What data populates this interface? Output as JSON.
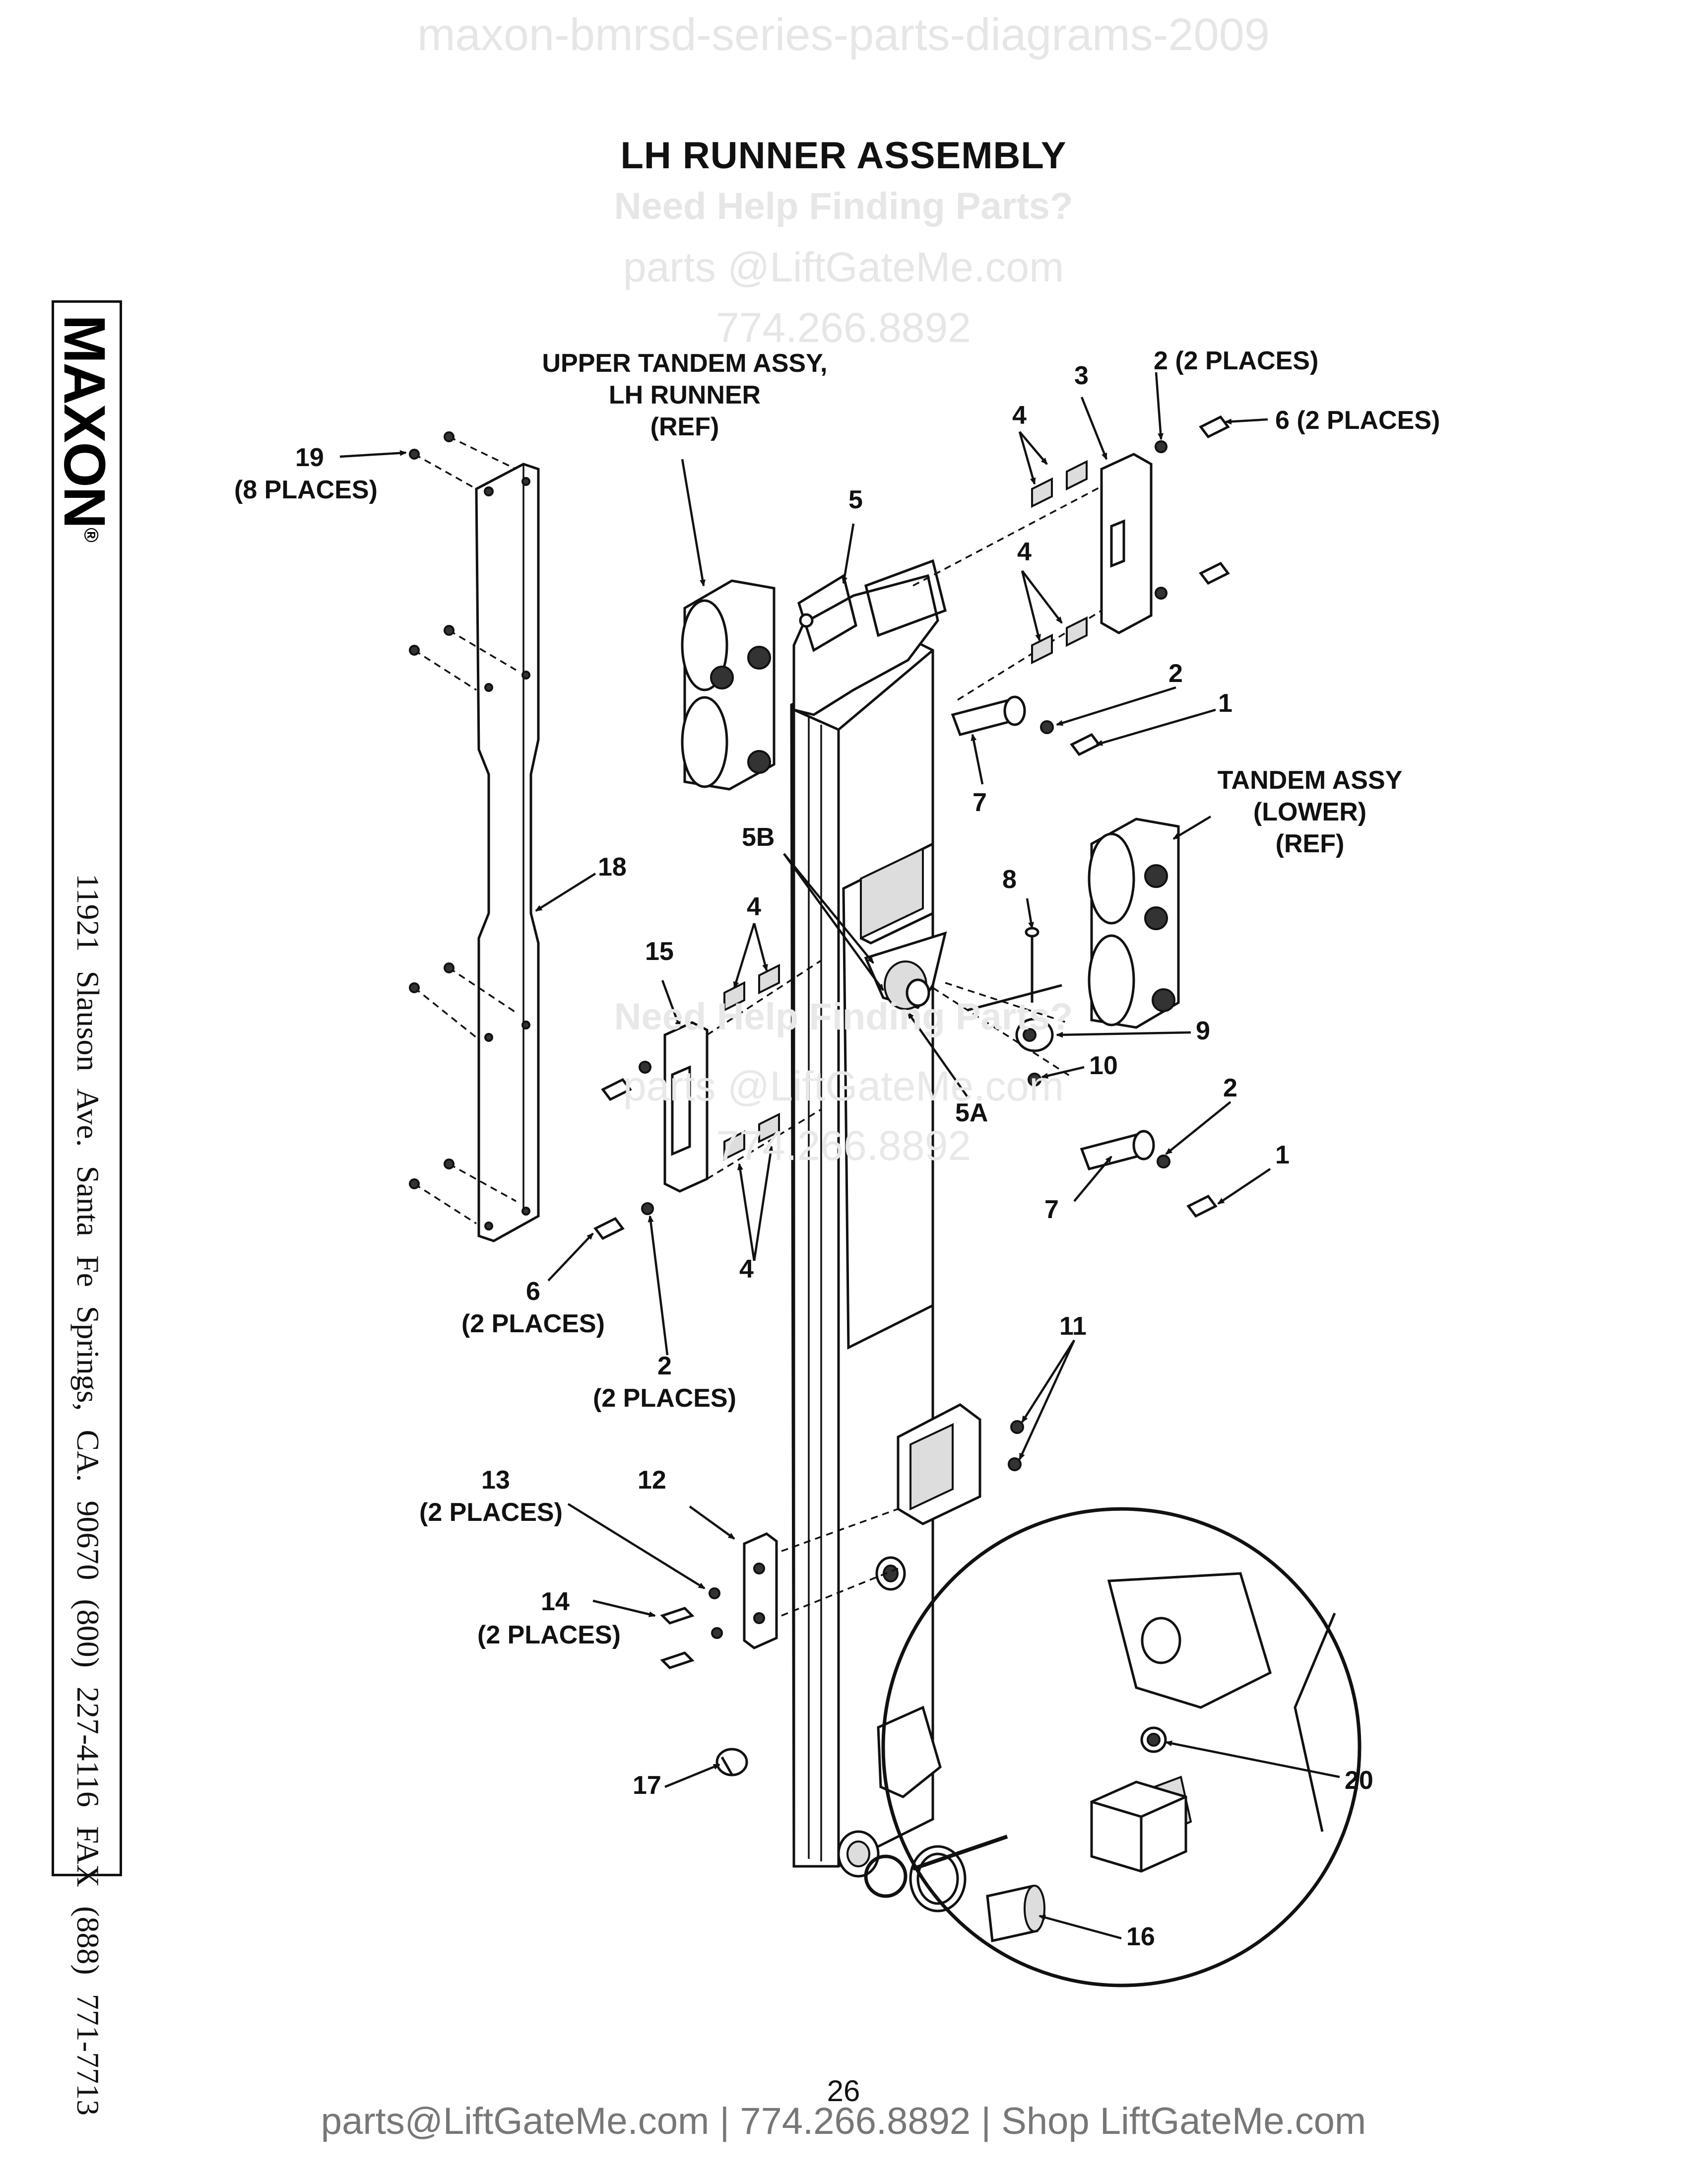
{
  "watermarks": {
    "top": "maxon-bmrsd-series-parts-diagrams-2009",
    "help_line": "Need Help Finding Parts?",
    "email_line": "parts @LiftGateMe.com",
    "phone_line": "774.266.8892",
    "mid_help_line": "Need Help Finding Parts?",
    "mid_email_line": "parts @LiftGateMe.com",
    "mid_phone_line": "774.266.8892"
  },
  "title": "LH RUNNER ASSEMBLY",
  "sidebar": {
    "logo": "MAXON",
    "registered_mark": "®",
    "address": "11921 Slauson Ave.  Santa Fe Springs, CA.  90670  (800) 227-4116  FAX (888) 771-7713"
  },
  "callouts": {
    "c19": "19",
    "c19_places": "(8 PLACES)",
    "upper_tandem_1": "UPPER TANDEM ASSY,",
    "upper_tandem_2": "LH RUNNER",
    "upper_tandem_3": "(REF)",
    "c5": "5",
    "c3": "3",
    "c4_a": "4",
    "c4_b": "4",
    "c2_top": "2 (2 PLACES)",
    "c6_top": "6 (2 PLACES)",
    "c2_mid": "2",
    "c1_mid": "1",
    "c7_top": "7",
    "tandem_lower_1": "TANDEM ASSY",
    "tandem_lower_2": "(LOWER)",
    "tandem_lower_3": "(REF)",
    "c18": "18",
    "c5b": "5B",
    "c4_c": "4",
    "c15": "15",
    "c8": "8",
    "c9": "9",
    "c10": "10",
    "c5a": "5A",
    "c2_low": "2",
    "c1_low": "1",
    "c7_low": "7",
    "c4_d": "4",
    "c6_low": "6",
    "c6_low_places": "(2 PLACES)",
    "c2_left": "2",
    "c2_left_places": "(2 PLACES)",
    "c11": "11",
    "c13": "13",
    "c13_places": "(2 PLACES)",
    "c12": "12",
    "c14": "14",
    "c14_places": "(2 PLACES)",
    "c17": "17",
    "c20": "20",
    "c16": "16"
  },
  "page_number": "26",
  "footer": "parts@LiftGateMe.com | 774.266.8892 | Shop LiftGateMe.com"
}
